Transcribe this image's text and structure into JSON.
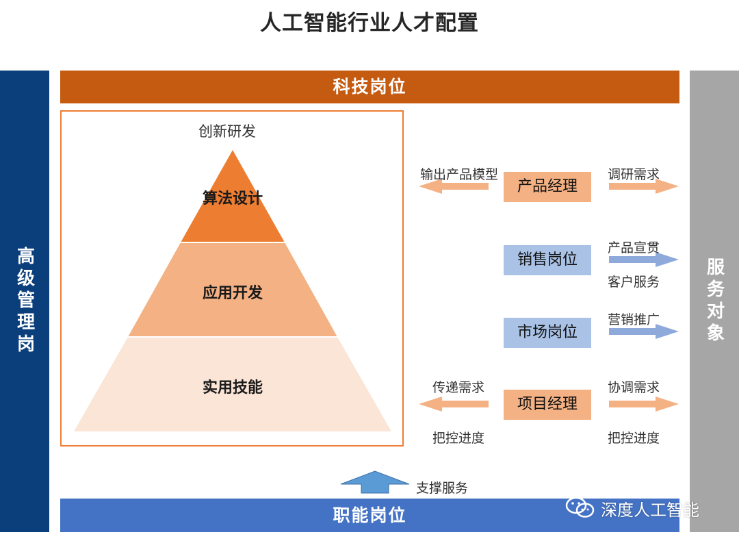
{
  "title": "人工智能行业人才配置",
  "left_bar": "高级管理岗",
  "right_bar": "服务对象",
  "top_bar": "科技岗位",
  "bottom_bar": "职能岗位",
  "pyramid": {
    "apex_label": "创新研发",
    "levels": [
      "算法设计",
      "应用开发",
      "实用技能"
    ]
  },
  "roles": {
    "product_manager": "产品经理",
    "sales": "销售岗位",
    "marketing": "市场岗位",
    "project_manager": "项目经理"
  },
  "arrow_labels": {
    "output_model": "输出产品模型",
    "research_needs": "调研需求",
    "product_promo": "产品宣贯",
    "customer_service": "客户服务",
    "marketing_promo": "营销推广",
    "pass_needs": "传递需求",
    "control_progress_left": "把控进度",
    "coordinate_needs": "协调需求",
    "control_progress_right": "把控进度",
    "support_service": "支撑服务"
  },
  "watermark": "深度人工智能",
  "colors": {
    "navy": "#0b3f7b",
    "gray": "#a6a6a6",
    "rust": "#c55a11",
    "blue": "#4472c4",
    "pyramid_top": "#ed7d31",
    "pyramid_mid": "#f4b183",
    "pyramid_bottom": "#fbe5d6",
    "role_orange": "#f4b183",
    "role_blue": "#a9c2e6",
    "arrow_orange": "#f4b183",
    "arrow_blue": "#8eaadb",
    "support_arrow": "#5b9bd5"
  }
}
